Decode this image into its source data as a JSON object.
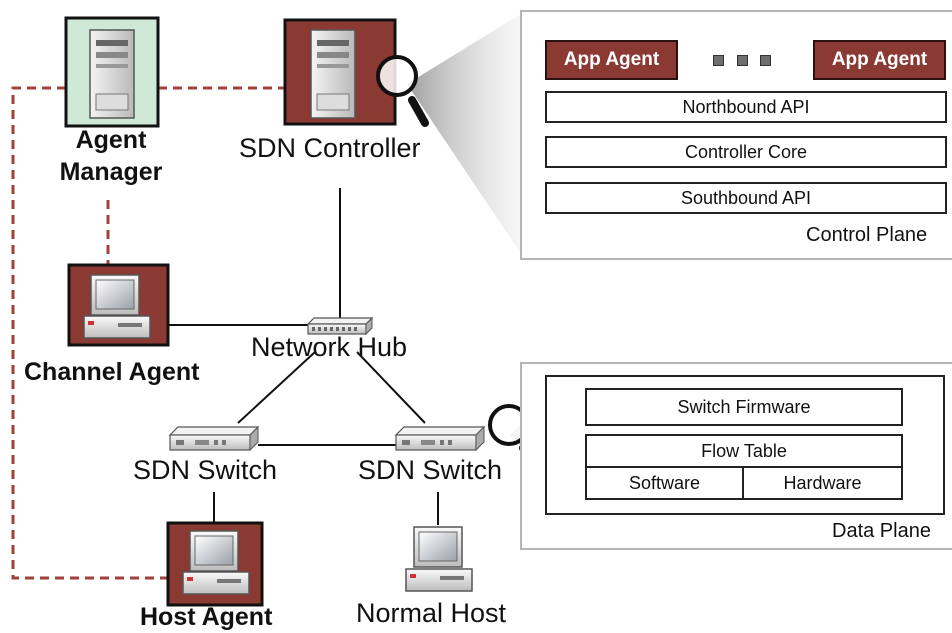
{
  "nodes": {
    "agent_manager": {
      "line1": "Agent",
      "line2": "Manager"
    },
    "sdn_controller": "SDN Controller",
    "channel_agent": "Channel Agent",
    "network_hub": "Network Hub",
    "sdn_switch_left": "SDN Switch",
    "sdn_switch_right": "SDN Switch",
    "host_agent": "Host Agent",
    "normal_host": "Normal Host"
  },
  "control_plane": {
    "title": "Control Plane",
    "app_agent_left": "App Agent",
    "app_agent_right": "App Agent",
    "northbound": "Northbound API",
    "core": "Controller Core",
    "southbound": "Southbound API"
  },
  "data_plane": {
    "title": "Data Plane",
    "firmware": "Switch Firmware",
    "flow_table": "Flow Table",
    "software": "Software",
    "hardware": "Hardware"
  },
  "colors": {
    "agent_fill": "#8b3a33",
    "manager_fill": "#cfe8d8",
    "dashed_link": "#a0413a"
  }
}
